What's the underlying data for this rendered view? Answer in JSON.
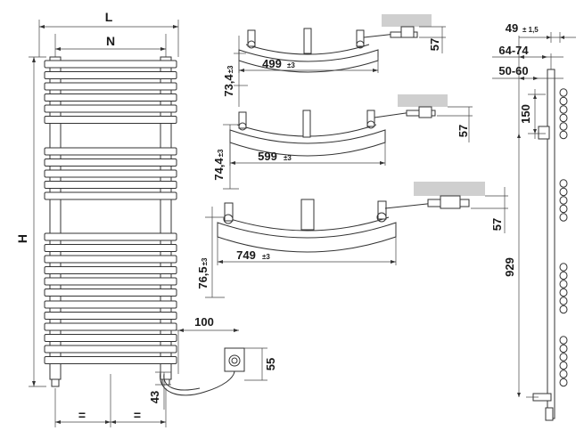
{
  "labels": {
    "L": "L",
    "N": "N",
    "H": "H",
    "eq_left": "=",
    "eq_right": "=",
    "d100": "100",
    "d55": "55",
    "d43": "43",
    "w499": "499",
    "tol499": "±3",
    "d73_4": "73,4",
    "tol73_4": "±3",
    "d57a": "57",
    "w599": "599",
    "tol599": "±3",
    "d74_4": "74,4",
    "tol74_4": "±3",
    "d57b": "57",
    "w749": "749",
    "tol749": "±3",
    "d76_5": "76,5",
    "tol76_5": "±3",
    "d57c": "57",
    "d49": "49",
    "tol49": "± 1,5",
    "r64_74": "64-74",
    "r50_60": "50-60",
    "d150": "150",
    "d929": "929"
  },
  "colors": {
    "line": "#333333",
    "wall": "#cfcfcf",
    "text": "#1a1a1a"
  }
}
